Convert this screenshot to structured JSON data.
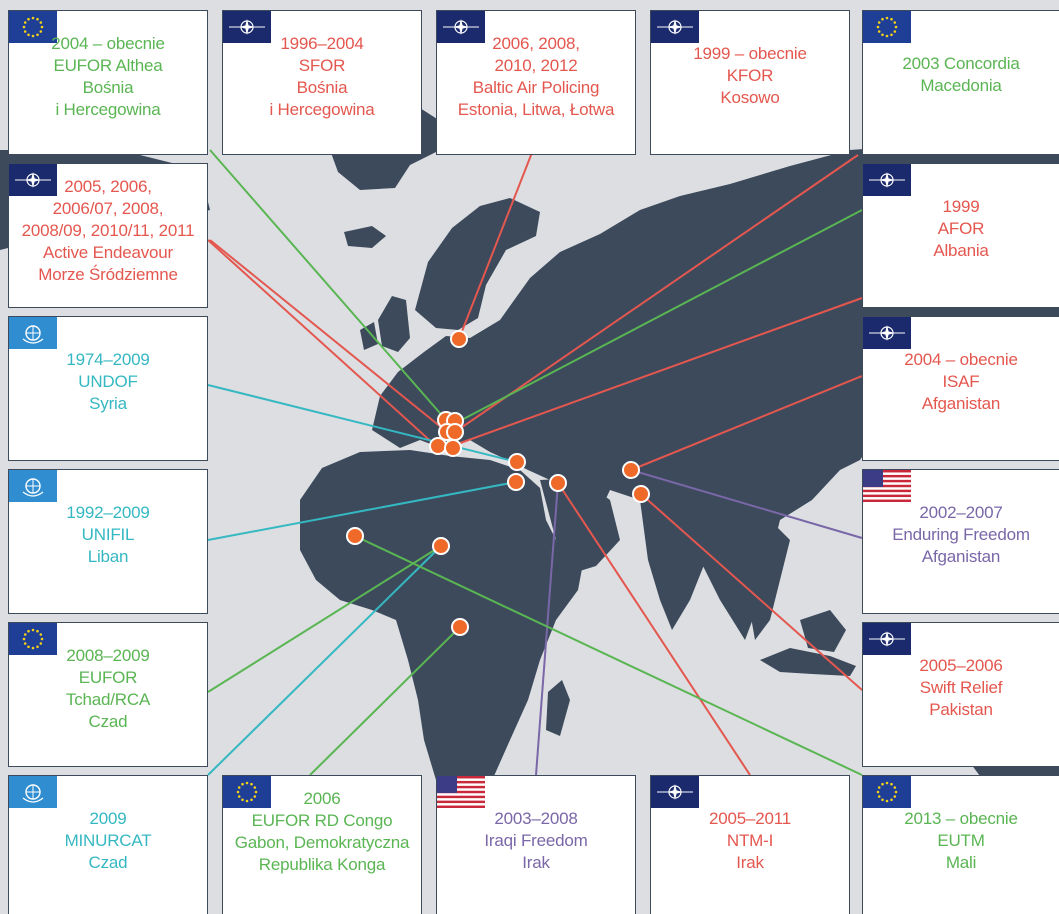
{
  "colors": {
    "background": "#dcdee1",
    "land": "#3c4a5c",
    "marker": "#ef6a28",
    "nato": "#e4574f",
    "eu": "#5ab553",
    "un": "#35b8c2",
    "usa": "#7a67a8",
    "flag_nato": "#1a2a6c",
    "flag_eu": "#1e3f95",
    "flag_un": "#2f8dd0"
  },
  "missions": [
    {
      "id": "eufor-althea",
      "flag": "eu",
      "color": "eu",
      "lines": [
        "2004 – obecnie",
        "EUFOR Althea",
        "Bośnia",
        "i Hercegowina"
      ]
    },
    {
      "id": "sfor",
      "flag": "nato",
      "color": "nato",
      "lines": [
        "1996–2004",
        "SFOR",
        "Bośnia",
        "i Hercegowina"
      ]
    },
    {
      "id": "baltic-air-policing",
      "flag": "nato",
      "color": "nato",
      "lines": [
        "2006, 2008,",
        "2010, 2012",
        "Baltic Air Policing",
        "Estonia, Litwa, Łotwa"
      ]
    },
    {
      "id": "kfor",
      "flag": "nato",
      "color": "nato",
      "lines": [
        "1999 – obecnie",
        "KFOR",
        "Kosowo"
      ]
    },
    {
      "id": "concordia",
      "flag": "eu",
      "color": "eu",
      "lines": [
        "2003 Concordia",
        "Macedonia"
      ]
    },
    {
      "id": "active-endeavour",
      "flag": "nato",
      "color": "nato",
      "lines": [
        "2005, 2006,",
        "2006/07, 2008,",
        "2008/09, 2010/11, 2011",
        "Active Endeavour",
        "Morze Śródziemne"
      ]
    },
    {
      "id": "afor",
      "flag": "nato",
      "color": "nato",
      "lines": [
        "1999",
        "AFOR",
        "Albania"
      ]
    },
    {
      "id": "undof",
      "flag": "un",
      "color": "un",
      "lines": [
        "1974–2009",
        "UNDOF",
        "Syria"
      ]
    },
    {
      "id": "isaf",
      "flag": "nato",
      "color": "nato",
      "lines": [
        "2004 – obecnie",
        "ISAF",
        "Afganistan"
      ]
    },
    {
      "id": "unifil",
      "flag": "un",
      "color": "un",
      "lines": [
        "1992–2009",
        "UNIFIL",
        "Liban"
      ]
    },
    {
      "id": "enduring-freedom",
      "flag": "usa",
      "color": "usa",
      "lines": [
        "2002–2007",
        "Enduring Freedom",
        "Afganistan"
      ]
    },
    {
      "id": "eufor-tchad",
      "flag": "eu",
      "color": "eu",
      "lines": [
        "2008–2009",
        "EUFOR",
        "Tchad/RCA",
        "Czad"
      ]
    },
    {
      "id": "swift-relief",
      "flag": "nato",
      "color": "nato",
      "lines": [
        "2005–2006",
        "Swift Relief",
        "Pakistan"
      ]
    },
    {
      "id": "minurcat",
      "flag": "un",
      "color": "un",
      "lines": [
        "2009",
        "MINURCAT",
        "Czad"
      ]
    },
    {
      "id": "eufor-rd-congo",
      "flag": "eu",
      "color": "eu",
      "lines": [
        "2006",
        "EUFOR RD Congo",
        "Gabon, Demokratyczna",
        "Republika Konga"
      ]
    },
    {
      "id": "iraqi-freedom",
      "flag": "usa",
      "color": "usa",
      "lines": [
        "2003–2008",
        "Iraqi Freedom",
        "Irak"
      ]
    },
    {
      "id": "ntm-i",
      "flag": "nato",
      "color": "nato",
      "lines": [
        "2005–2011",
        "NTM-I",
        "Irak"
      ]
    },
    {
      "id": "eutm",
      "flag": "eu",
      "color": "eu",
      "lines": [
        "2013 – obecnie",
        "EUTM",
        "Mali"
      ]
    }
  ]
}
